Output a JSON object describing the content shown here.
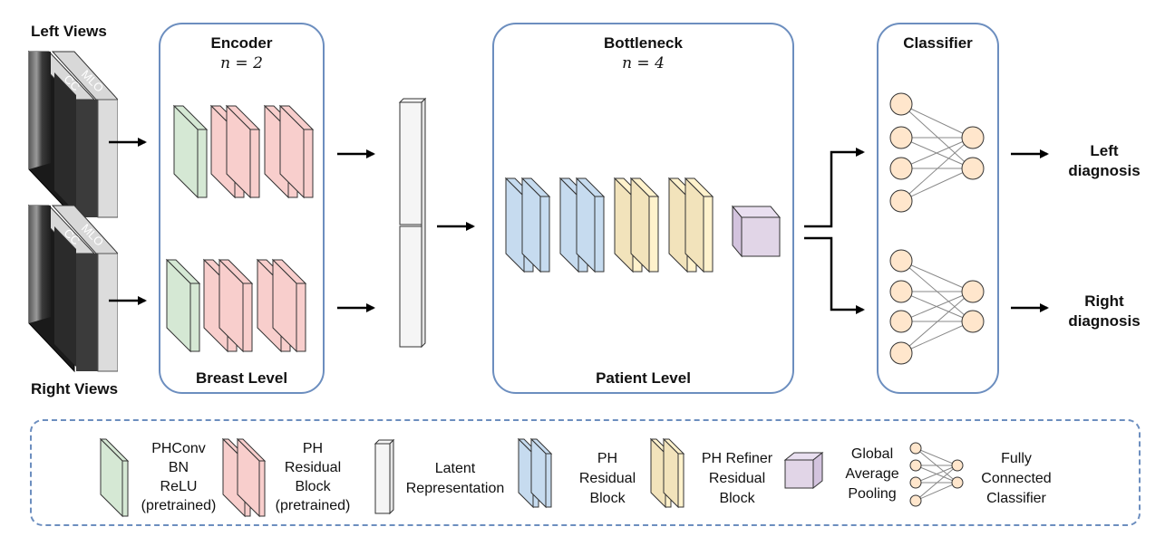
{
  "inputs": {
    "left_label": "Left Views",
    "right_label": "Right Views",
    "view_cc": "CC",
    "view_mlo": "MLO"
  },
  "encoder": {
    "title": "Encoder",
    "n": "n = 2",
    "level": "Breast Level"
  },
  "bottleneck": {
    "title": "Bottleneck",
    "n": "n = 4",
    "level": "Patient Level"
  },
  "classifier": {
    "title": "Classifier"
  },
  "outputs": {
    "left_line1": "Left",
    "left_line2": "diagnosis",
    "right_line1": "Right",
    "right_line2": "diagnosis"
  },
  "legend": {
    "phconv": [
      "PHConv",
      "BN",
      "ReLU",
      "(pretrained)"
    ],
    "ph_residual_pretrained": [
      "PH",
      "Residual",
      "Block",
      "(pretrained)"
    ],
    "latent": [
      "Latent",
      "Representation"
    ],
    "ph_residual": [
      "PH",
      "Residual",
      "Block"
    ],
    "ph_refiner": [
      "PH Refiner",
      "Residual",
      "Block"
    ],
    "gap": [
      "Global",
      "Average",
      "Pooling"
    ],
    "fc": [
      "Fully",
      "Connected",
      "Classifier"
    ]
  },
  "colors": {
    "panel_border": "#6c8ebf",
    "green_block": "#d5e8d4",
    "pink_block": "#f8cecc",
    "blue_block": "#c6dbef",
    "yellow_block": "#fff2cc",
    "purple_cube": "#e1d5e7",
    "neuron": "#ffe6cc",
    "latent": "#f5f5f5"
  }
}
